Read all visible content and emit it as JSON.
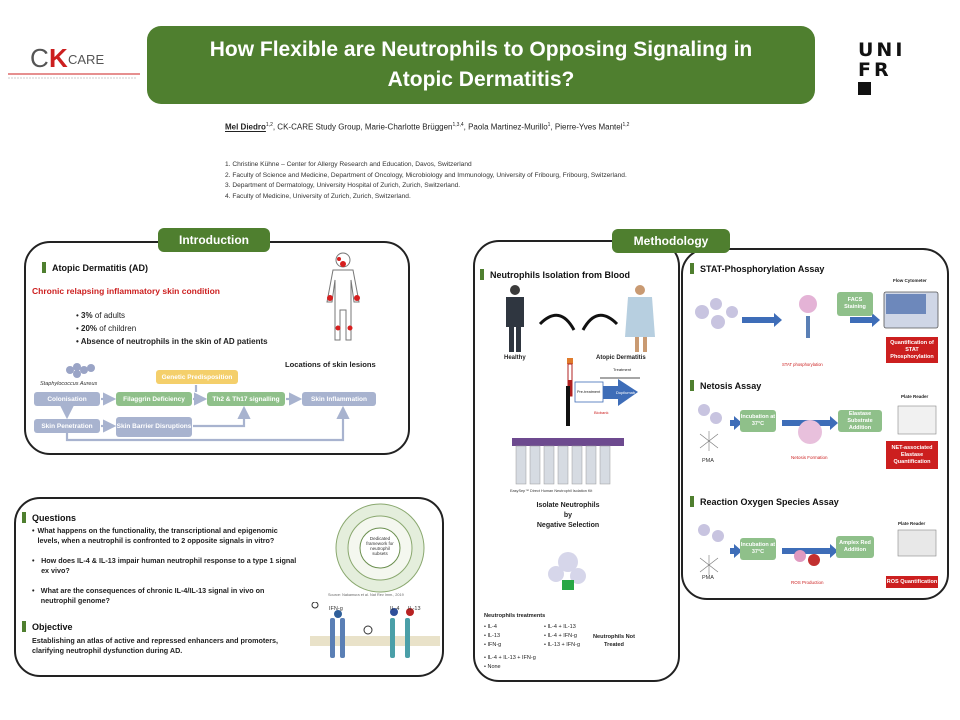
{
  "header": {
    "title_line1": "How Flexible are Neutrophils to Opposing Signaling in",
    "title_line2": "Atopic Dermatitis?",
    "logo_left": "CK CARE",
    "logo_right_l1": "UNI",
    "logo_right_l2": "FR"
  },
  "authors": {
    "lead": "Mel Diedro",
    "lead_sup": "1,2",
    "rest": ", CK-CARE Study Group, Marie-Charlotte Brüggen",
    "rest_sup": "1,3,4",
    "rest2": ", Paola Martinez-Murillo",
    "rest2_sup": "1",
    "rest3": ", Pierre-Yves Mantel",
    "rest3_sup": "1,2"
  },
  "affiliations": [
    "1. Christine Kühne – Center for Allergy Research and Education, Davos, Switzerland",
    "2. Faculty of Science and Medicine, Department of Oncology, Microbiology and Immunology, University of Fribourg, Fribourg, Switzerland.",
    "3. Department of Dermatology, University Hospital of Zurich, Zurich, Switzerland.",
    "4. Faculty of Medicine, University of Zurich, Zurich, Switzerland."
  ],
  "intro": {
    "pill": "Introduction",
    "heading": "Atopic Dermatitis (AD)",
    "red_line": "Chronic relapsing inflammatory skin condition",
    "bullets": [
      {
        "bold": "3%",
        "text": " of adults"
      },
      {
        "bold": "20%",
        "text": " of children"
      },
      {
        "bold": "",
        "text": "Absence of neutrophils in the skin of AD patients"
      }
    ],
    "lesions_label": "Locations of skin lesions",
    "flow": {
      "staph": "Staphylococcus Aureus",
      "genetic": "Genetic Predisposition",
      "colonisation": "Colonisation",
      "filaggrin": "Filaggrin Deficiency",
      "th": "Th2 & Th17 signalling",
      "inflammation": "Skin Inflammation",
      "penetration": "Skin Penetration",
      "barrier": "Skin Barrier Disruptions"
    }
  },
  "questions": {
    "heading": "Questions",
    "items": [
      "What happens on the functionality, the transcriptional and epigenomic levels, when a neutrophil is confronted to 2 opposite signals in vitro?",
      "How does IL-4 & IL-13 impair human neutrophil response to a type 1 signal ex vivo?",
      "What are the consequences of chronic IL-4/IL-13 signal in vivo on neutrophil genome?"
    ],
    "objective_heading": "Objective",
    "objective_text": "Establishing an atlas of active and repressed enhancers and promoters, clarifying neutrophil dysfunction during AD.",
    "wheel_center": "Dedicated framework for neutrophil subsets",
    "wheel_caption": "Source: Nakamura et al. Nat Rev Imm., 2019",
    "ifn_label": "IFN-g",
    "il4_label": "IL-4",
    "il13_label": "IL-13"
  },
  "methodology": {
    "pill": "Methodology",
    "isolation": {
      "heading": "Neutrophils Isolation from Blood",
      "healthy": "Healthy",
      "ad": "Atopic Dermatitis",
      "treatment": "Treatment",
      "pre": "Pre-treatment",
      "dupilumab": "Dupilumab",
      "biobank": "Biobank",
      "kit": "EasySep™ Direct Human Neutrophil Isolation Kit",
      "isolate": "Isolate Neutrophils",
      "by": "by",
      "negsel": "Negative Selection",
      "treatments_heading": "Neutrophils treatments",
      "treatments": [
        "IL-4",
        "IL-13",
        "IFN-g",
        "IL-4 + IL-13",
        "IL-4 + IFN-g",
        "IL-13 + IFN-g",
        "IL-4 + IL-13 + IFN-g",
        "None"
      ],
      "not_treated": "Neutrophils Not Treated"
    },
    "stat": {
      "heading": "STAT-Phosphorylation Assay",
      "facs": "FACS Staining",
      "cytometer": "Flow Cytometer",
      "caption": "STAT phosphorylation",
      "result": "Quantification of STAT Phosphorylation"
    },
    "netosis": {
      "heading": "Netosis Assay",
      "incubation": "Incubation at 37°C",
      "substrate": "Elastase Substrate Addition",
      "reader": "Plate Reader",
      "caption": "Netosis Formation",
      "pma": "PMA",
      "result": "NET-associated Elastase Quantification"
    },
    "ros": {
      "heading": "Reaction Oxygen Species Assay",
      "incubation": "Incubation at 37°C",
      "amplex": "Amplex Red Addition",
      "reader": "Plate Reader",
      "caption": "ROS Production",
      "pma": "PMA",
      "result": "ROS Quantification"
    }
  },
  "colors": {
    "brand_green": "#4f7f2f",
    "accent_red": "#cc1f1f",
    "flow_blue": "#a8b3cf",
    "arrow_blue": "#3e6db8"
  }
}
